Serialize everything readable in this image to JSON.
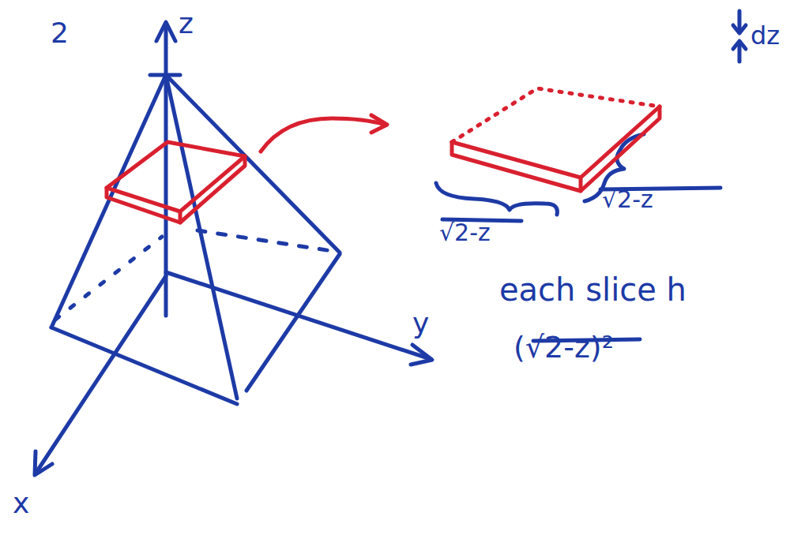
{
  "diagram": {
    "labels": [
      "2",
      "z",
      "dz",
      "√2-z",
      "√2-z",
      "each slice h",
      "y",
      "(√2-z)²",
      "x"
    ]
  }
}
